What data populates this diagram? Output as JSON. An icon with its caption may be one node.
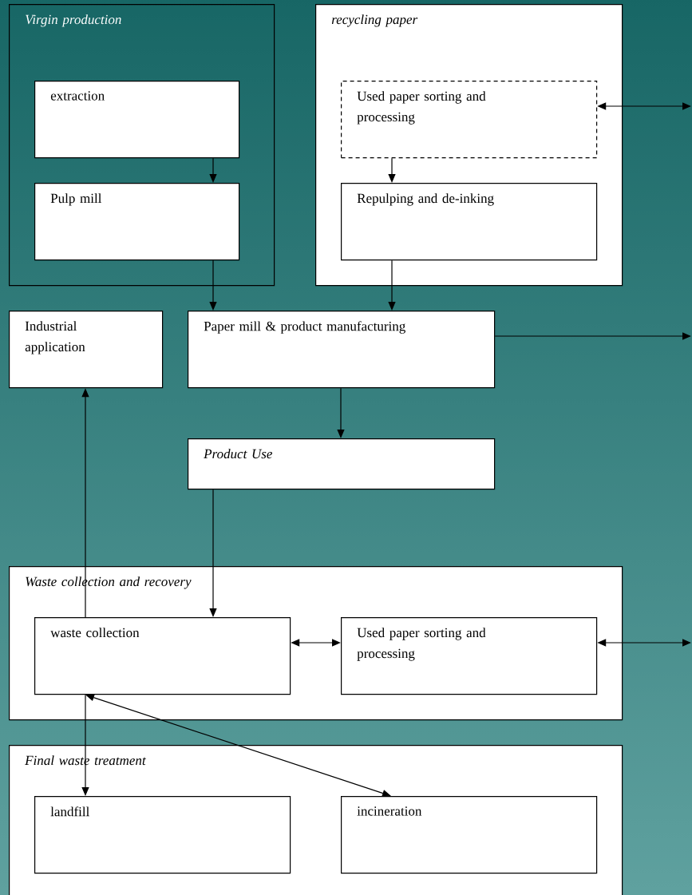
{
  "diagram": {
    "nodes": [
      {
        "text": [
          "Virgin production"
        ]
      },
      {
        "text": [
          "extraction"
        ],
        "in": 0
      },
      {
        "text": [
          "Pulp mill"
        ],
        "in": 0
      },
      {
        "text": [
          "recycling paper"
        ]
      },
      {
        "text": [
          "Used paper sorting and processing"
        ],
        "in": 3
      },
      {
        "text": [
          "Repulping and de-inking"
        ],
        "in": 3
      },
      {
        "text": [
          "Industrial application"
        ]
      },
      {
        "text": [
          "Paper mill  & product manufacturing"
        ]
      },
      {
        "text": [
          "Product Use"
        ]
      },
      {
        "text": [
          "Waste collection and recovery"
        ]
      },
      {
        "text": [
          "waste collection"
        ],
        "in": 9
      },
      {
        "text": [
          "Used paper sorting and processing"
        ],
        "in": 9
      },
      {
        "text": [
          "Final waste treatment"
        ]
      },
      {
        "text": [
          "landfill"
        ],
        "in": 12
      },
      {
        "text": [
          "incineration"
        ],
        "in": 12
      }
    ],
    "edges": [
      {
        "from": 1,
        "to": 2,
        "arrow": "to"
      },
      {
        "from": 2,
        "to": 7,
        "arrow": "to"
      },
      {
        "from": 4,
        "to": 5,
        "arrow": "to"
      },
      {
        "from": 5,
        "to": 7,
        "arrow": "to"
      },
      {
        "from": 4,
        "to": null,
        "arrow": "both"
      },
      {
        "from": 7,
        "to": null,
        "arrow": "to"
      },
      {
        "from": 7,
        "to": 8,
        "arrow": "to"
      },
      {
        "from": 8,
        "to": 10,
        "arrow": "to"
      },
      {
        "from": 10,
        "to": 6,
        "arrow": "to"
      },
      {
        "from": 10,
        "to": 11,
        "arrow": "both"
      },
      {
        "from": 11,
        "to": null,
        "arrow": "both"
      },
      {
        "from": 10,
        "to": 13,
        "arrow": "to"
      },
      {
        "from": 10,
        "to": 14,
        "arrow": "both"
      }
    ]
  }
}
